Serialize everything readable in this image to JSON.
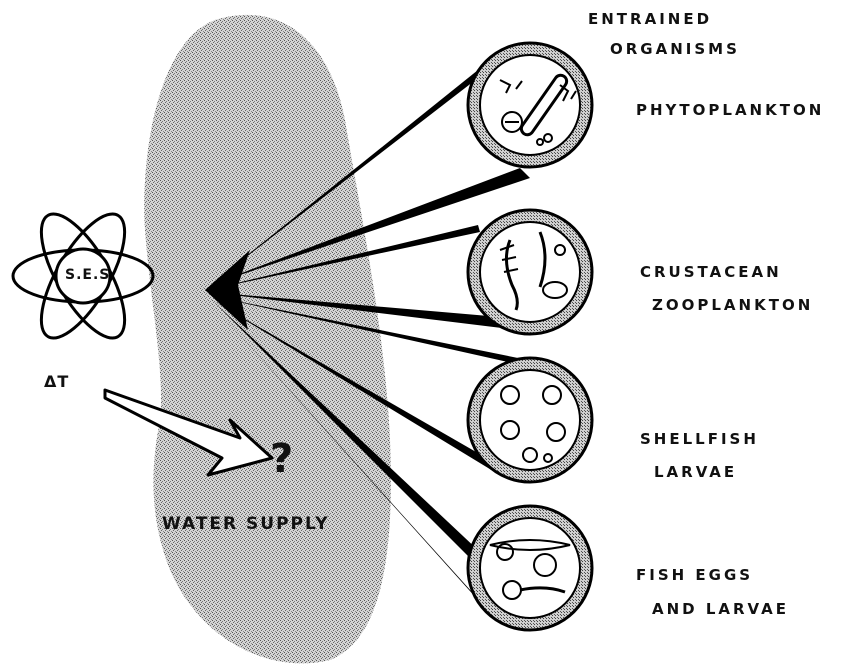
{
  "header": {
    "line1": "ENTRAINED",
    "line2": "ORGANISMS"
  },
  "plant": {
    "label": "S.E.S",
    "delta_label": "ΔT"
  },
  "unknown_symbol": "?",
  "water_supply_label": "WATER SUPPLY",
  "organisms": [
    {
      "line1": "PHYTOPLANKTON",
      "line2": ""
    },
    {
      "line1": "CRUSTACEAN",
      "line2": "ZOOPLANKTON"
    },
    {
      "line1": "SHELLFISH",
      "line2": "LARVAE"
    },
    {
      "line1": "FISH EGGS",
      "line2": "AND LARVAE"
    }
  ],
  "colors": {
    "ink": "#111111",
    "water_texture": "#9a9a9a",
    "lens_ring": "#555555"
  }
}
